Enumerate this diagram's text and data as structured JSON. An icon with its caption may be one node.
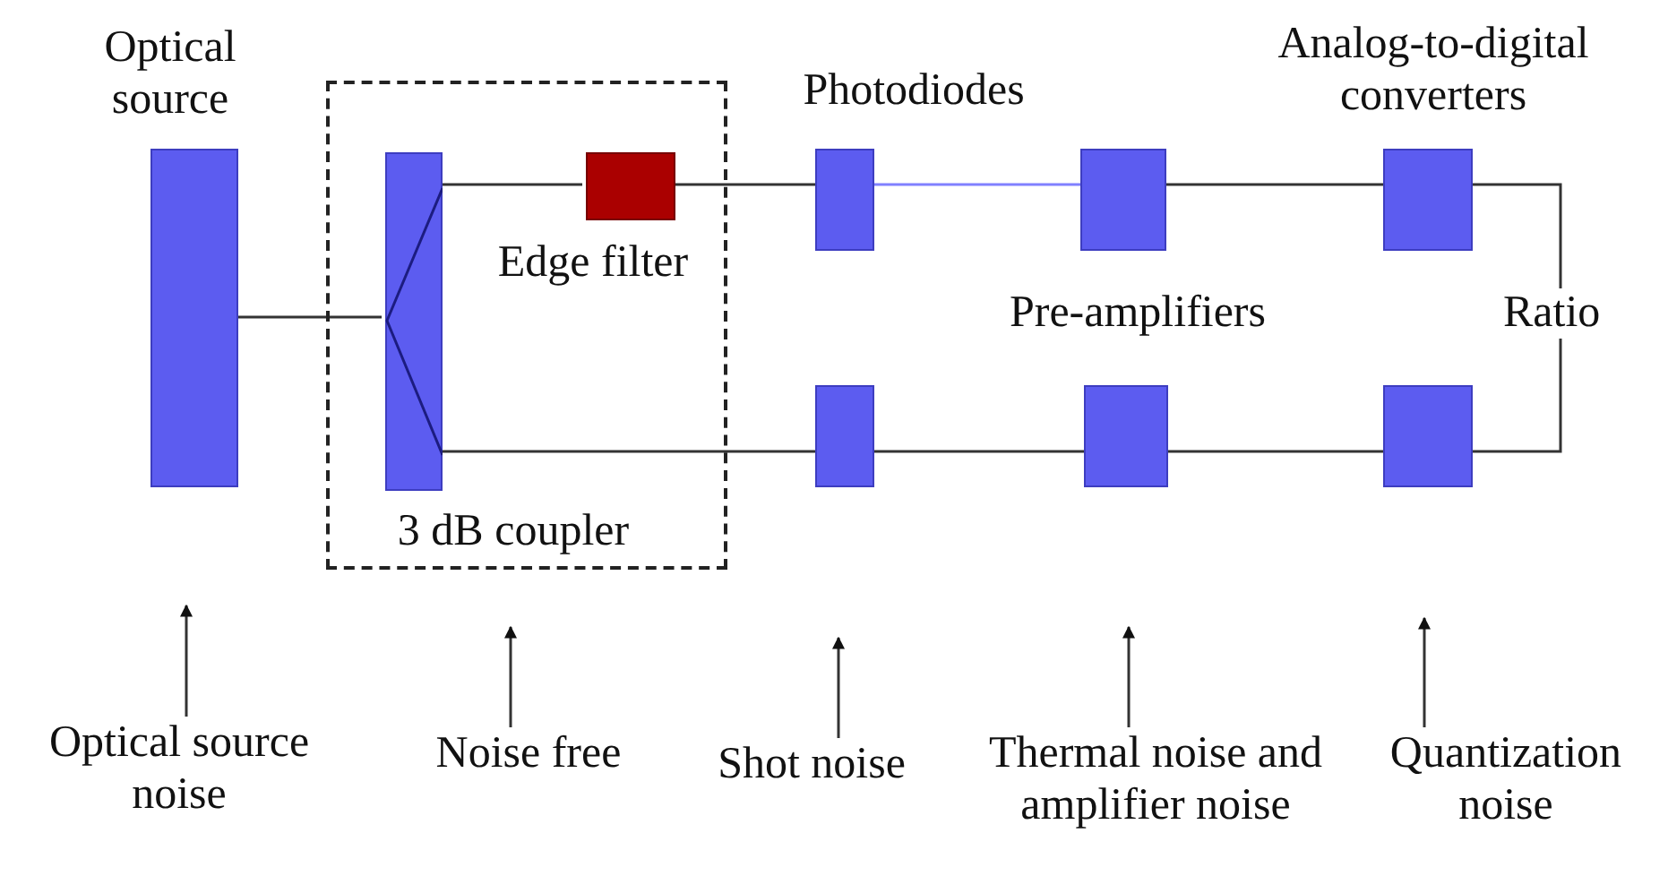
{
  "diagram": {
    "nodes": [
      {
        "text": [],
        "shape": "box"
      },
      {
        "text": [
          "Optical source"
        ]
      },
      {
        "text": [
          "3 dB coupler"
        ],
        "in": 0
      },
      {
        "text": [
          "Edge filter"
        ],
        "in": 0
      },
      {
        "text": [
          "Photodiodes"
        ]
      },
      {
        "text": [],
        "shape": "box"
      },
      {
        "text": [],
        "shape": "box",
        "beside": [
          "Pre-amplifiers"
        ]
      },
      {
        "text": [],
        "shape": "box"
      },
      {
        "text": [
          "Analog-to-digital converters"
        ]
      },
      {
        "text": [],
        "shape": "box"
      },
      {
        "text": [
          "Optical source noise"
        ]
      },
      {
        "text": [
          "Noise free"
        ]
      },
      {
        "text": [
          "Shot noise"
        ]
      },
      {
        "text": [
          "Thermal noise and amplifier noise"
        ]
      },
      {
        "text": [
          "Quantization noise"
        ]
      }
    ],
    "edges": [
      {
        "from": 1,
        "to": 2,
        "arrow": "none"
      },
      {
        "from": 2,
        "to": 3,
        "arrow": "none"
      },
      {
        "from": 3,
        "to": 4,
        "arrow": "none"
      },
      {
        "from": 4,
        "to": 6,
        "arrow": "none",
        "color": "#8080ff"
      },
      {
        "from": 6,
        "to": 8,
        "arrow": "none"
      },
      {
        "from": 2,
        "to": 5,
        "arrow": "none"
      },
      {
        "from": 5,
        "to": 7,
        "arrow": "none"
      },
      {
        "from": 7,
        "to": 9,
        "arrow": "none"
      },
      {
        "from": 8,
        "to": 9,
        "arrow": "none",
        "label": "Ratio"
      },
      {
        "from": 10,
        "to": null,
        "arrow": "to"
      },
      {
        "from": 11,
        "to": null,
        "arrow": "to"
      },
      {
        "from": 12,
        "to": null,
        "arrow": "to"
      },
      {
        "from": 13,
        "to": null,
        "arrow": "to"
      },
      {
        "from": 14,
        "to": null,
        "arrow": "to"
      }
    ]
  }
}
